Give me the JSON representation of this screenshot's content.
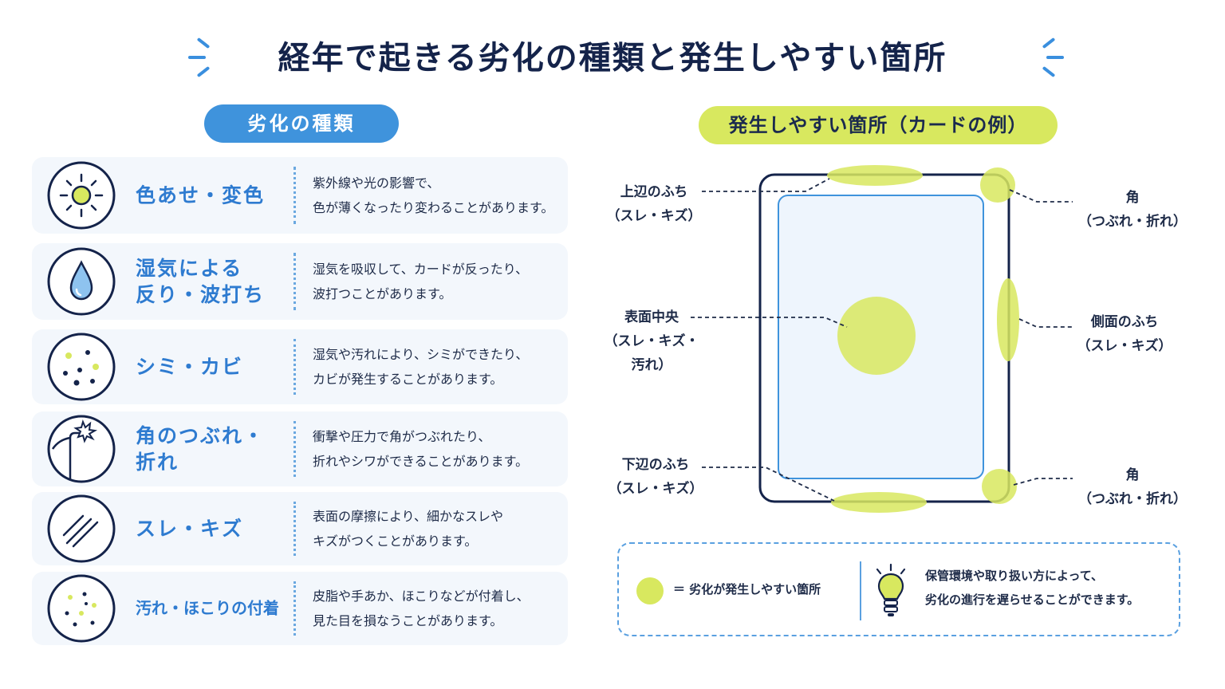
{
  "title": "経年で起きる劣化の種類と発生しやすい箇所",
  "types_heading": "劣化の種類",
  "places_heading": "発生しやすい箇所（カードの例）",
  "accent_colors": {
    "blue": "#3f93dc",
    "yellow_green": "#d8e85f",
    "navy": "#14234a"
  },
  "deterioration_types": [
    {
      "name": "色あせ・変色",
      "icon": "sun-icon",
      "description": "紫外線や光の影響で、\n色が薄くなったり変わることがあります。"
    },
    {
      "name": "湿気による\n反り・波打ち",
      "icon": "water-drop-icon",
      "description": "湿気を吸収して、カードが反ったり、\n波打つことがあります。"
    },
    {
      "name": "シミ・カビ",
      "icon": "stain-dots-icon",
      "description": "湿気や汚れにより、シミができたり、\nカビが発生することがあります。"
    },
    {
      "name": "角のつぶれ・\n折れ",
      "icon": "bent-corner-icon",
      "description": "衝撃や圧力で角がつぶれたり、\n折れやシワができることがあります。"
    },
    {
      "name": "スレ・キズ",
      "icon": "scratch-lines-icon",
      "description": "表面の摩擦により、細かなスレや\nキズがつくことがあります。"
    },
    {
      "name": "汚れ・ほこりの付着",
      "icon": "dust-dots-icon",
      "description": "皮脂や手あか、ほこりなどが付着し、\n見た目を損なうことがあります。"
    }
  ],
  "card_labels": {
    "top_edge": "上辺のふち\n（スレ・キズ）",
    "top_corner": "角\n（つぶれ・折れ）",
    "center": "表面中央\n（スレ・キズ・\n汚れ）",
    "side_edge": "側面のふち\n（スレ・キズ）",
    "bottom_edge": "下辺のふち\n（スレ・キズ）",
    "bottom_corner": "角\n（つぶれ・折れ）"
  },
  "legend": {
    "key_text": "＝ 劣化が発生しやすい箇所",
    "note": "保管環境や取り扱い方によって、\n劣化の進行を遅らせることができます。",
    "icon": "lightbulb-icon"
  }
}
